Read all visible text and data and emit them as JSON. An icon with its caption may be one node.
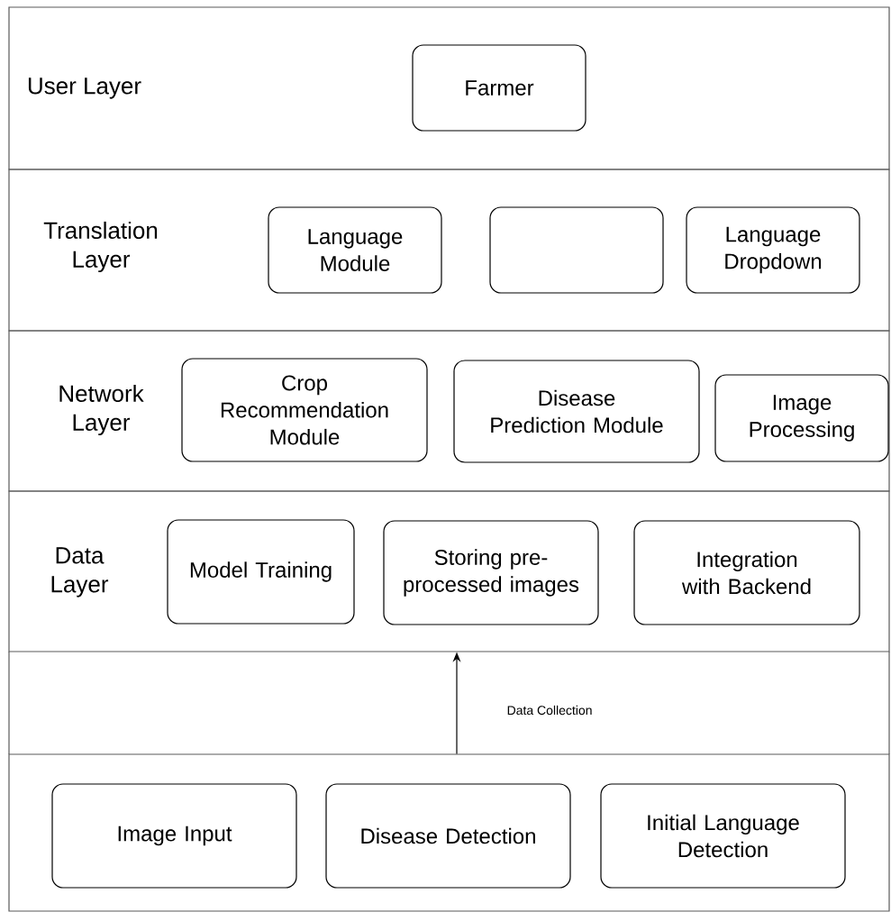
{
  "diagram": {
    "nodes": [
      {
        "text": [
          "User Layer"
        ]
      },
      {
        "text": [
          "Farmer"
        ],
        "in": 0
      },
      {
        "text": [
          "Translation Layer"
        ]
      },
      {
        "text": [
          "Language Module"
        ],
        "in": 2
      },
      {
        "text": [],
        "shape": "box",
        "in": 2
      },
      {
        "text": [
          "Language Dropdown"
        ],
        "in": 2
      },
      {
        "text": [
          "Network Layer"
        ]
      },
      {
        "text": [
          "Crop Recommendation Module"
        ],
        "in": 6
      },
      {
        "text": [
          "Disease Prediction Module"
        ],
        "in": 6
      },
      {
        "text": [
          "Image Processing"
        ],
        "in": 6
      },
      {
        "text": [
          "Data Layer"
        ]
      },
      {
        "text": [
          "Model Training"
        ],
        "in": 10
      },
      {
        "text": [
          "Storing pre-processed images"
        ],
        "in": 10
      },
      {
        "text": [
          "Integration with Backend"
        ],
        "in": 10
      },
      {
        "text": [],
        "shape": "box"
      },
      {
        "text": [
          "Image Input"
        ],
        "in": 14
      },
      {
        "text": [
          "Disease Detection"
        ],
        "in": 14
      },
      {
        "text": [
          "Initial Language Detection"
        ],
        "in": 14
      }
    ],
    "edges": [
      {
        "from": 14,
        "to": 10,
        "arrow": "to",
        "label": "Data Collection"
      }
    ]
  }
}
